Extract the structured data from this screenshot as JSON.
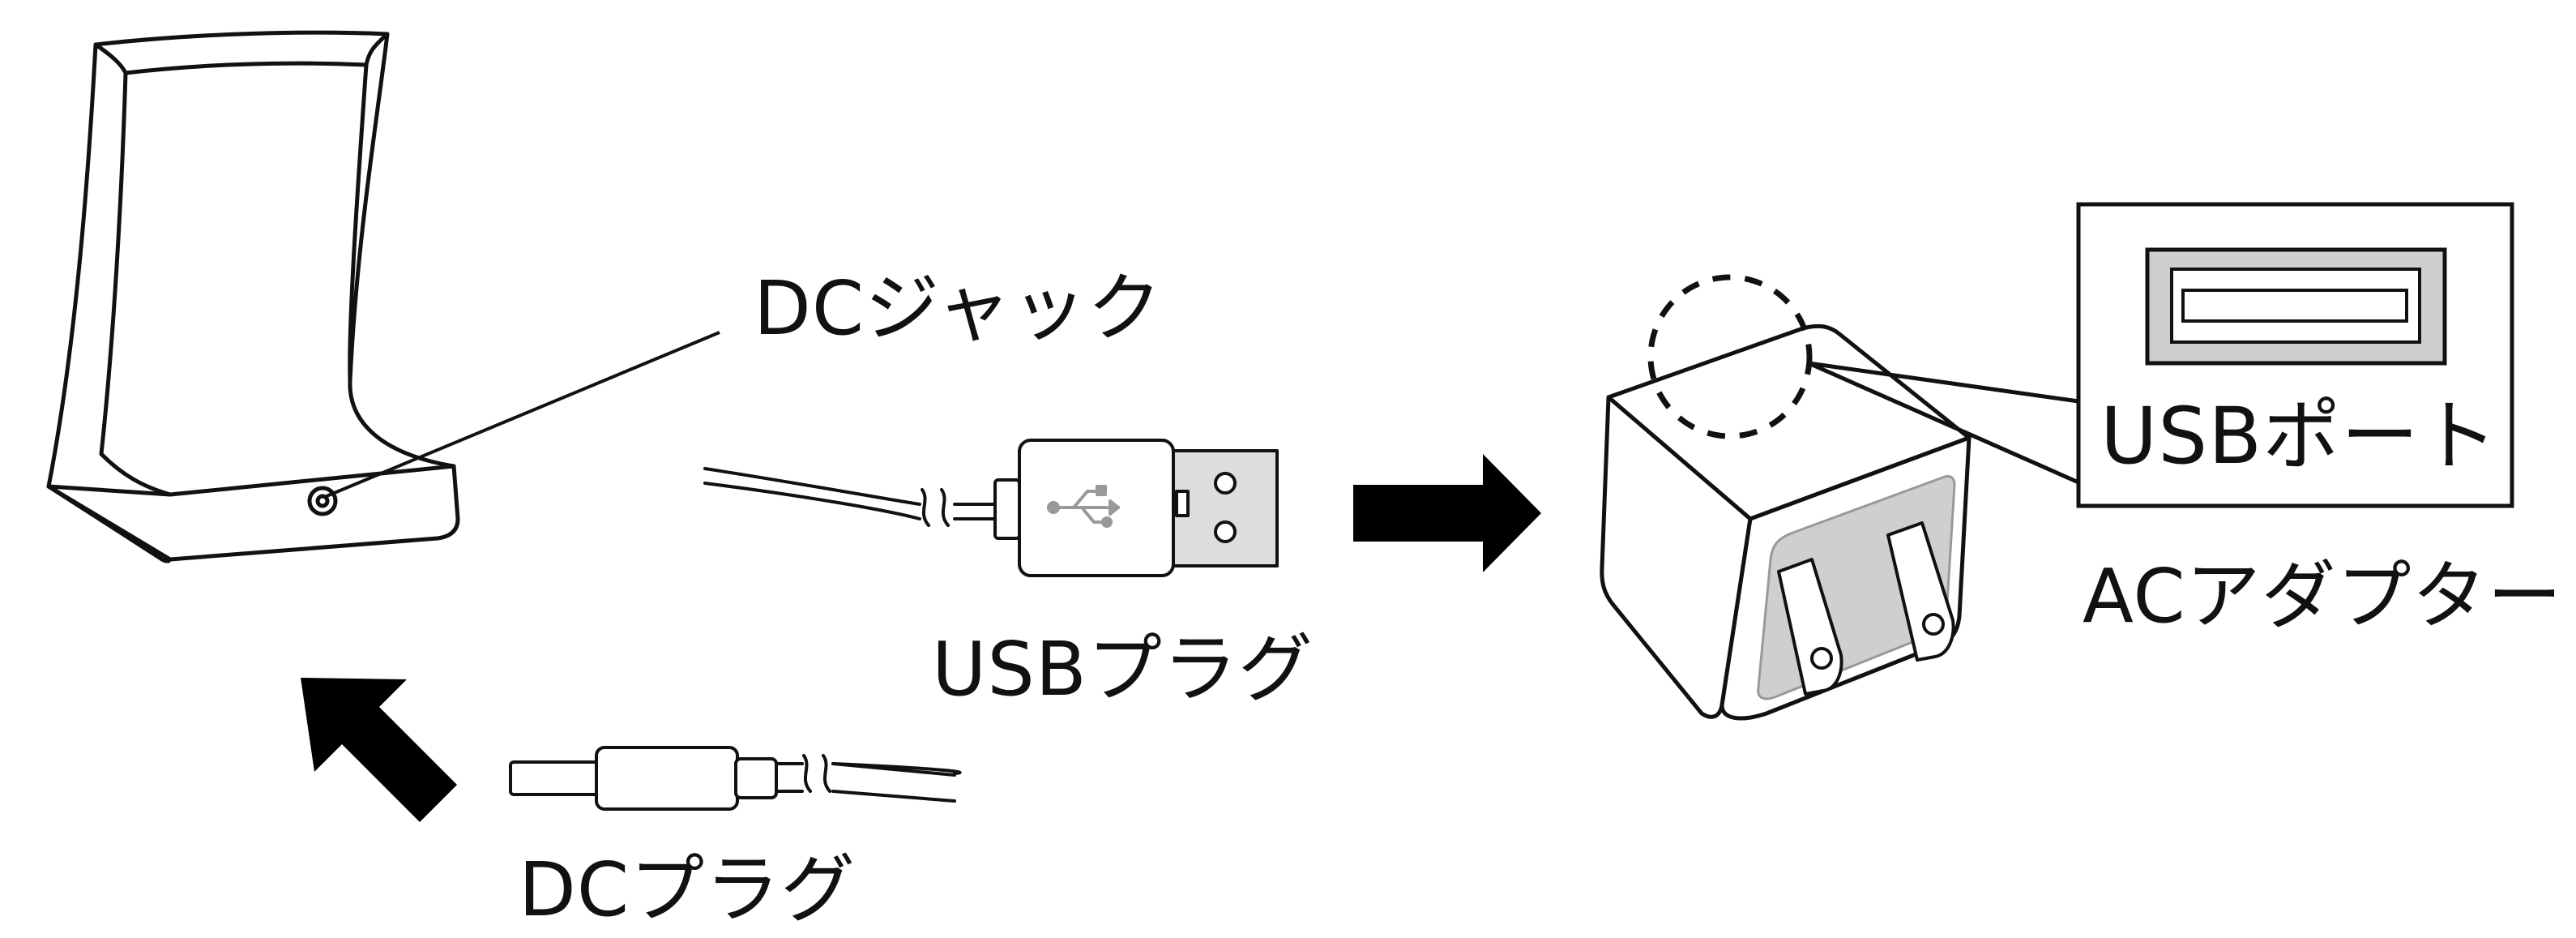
{
  "labels": {
    "dc_jack": "DCジャック",
    "usb_plug": "USBプラグ",
    "dc_plug": "DCプラグ",
    "usb_port": "USBポート",
    "ac_adapter": "ACアダプター"
  }
}
